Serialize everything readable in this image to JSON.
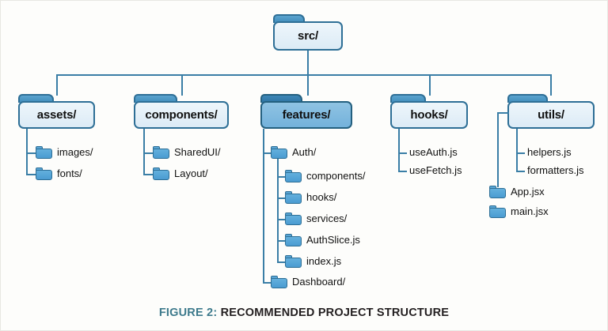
{
  "figure": {
    "caption_label": "FIGURE 2:",
    "caption_title": "RECOMMENDED PROJECT STRUCTURE"
  },
  "colors": {
    "background": "#fdfdfb",
    "connector": "#3a7ea6",
    "node_border": "#2e6f96",
    "node_tab": "#4f96c4",
    "node_body": "#e4f0f8",
    "highlight_body": "#7cb8dd",
    "highlight_border": "#24607f",
    "folder_icon": "#4a9bd1",
    "caption_label": "#3d7a8c",
    "caption_title": "#231f20",
    "text": "#111111"
  },
  "tree": {
    "root": {
      "label": "src/",
      "type": "folder",
      "highlighted": false
    },
    "level2": [
      {
        "label": "assets/",
        "type": "folder",
        "highlighted": false
      },
      {
        "label": "components/",
        "type": "folder",
        "highlighted": false
      },
      {
        "label": "features/",
        "type": "folder",
        "highlighted": true
      },
      {
        "label": "hooks/",
        "type": "folder",
        "highlighted": false
      },
      {
        "label": "utils/",
        "type": "folder",
        "highlighted": false
      }
    ],
    "assets_children": [
      {
        "label": "images/",
        "icon": "folder-icon"
      },
      {
        "label": "fonts/",
        "icon": "folder-icon"
      }
    ],
    "components_children": [
      {
        "label": "SharedUI/",
        "icon": "folder-icon"
      },
      {
        "label": "Layout/",
        "icon": "folder-icon"
      }
    ],
    "features_children": [
      {
        "label": "Auth/",
        "icon": "folder-icon"
      },
      {
        "label": "Dashboard/",
        "icon": "folder-icon"
      }
    ],
    "auth_children": [
      {
        "label": "components/",
        "icon": "folder-icon"
      },
      {
        "label": "hooks/",
        "icon": "folder-icon"
      },
      {
        "label": "services/",
        "icon": "folder-icon"
      },
      {
        "label": "AuthSlice.js",
        "icon": "folder-icon"
      },
      {
        "label": "index.js",
        "icon": "folder-icon"
      }
    ],
    "hooks_children": [
      {
        "label": "useAuth.js",
        "icon": "none"
      },
      {
        "label": "useFetch.js",
        "icon": "none"
      }
    ],
    "utils_children": [
      {
        "label": "helpers.js",
        "icon": "none"
      },
      {
        "label": "formatters.js",
        "icon": "none"
      }
    ],
    "root_files": [
      {
        "label": "App.jsx",
        "icon": "folder-icon"
      },
      {
        "label": "main.jsx",
        "icon": "folder-icon"
      }
    ]
  }
}
